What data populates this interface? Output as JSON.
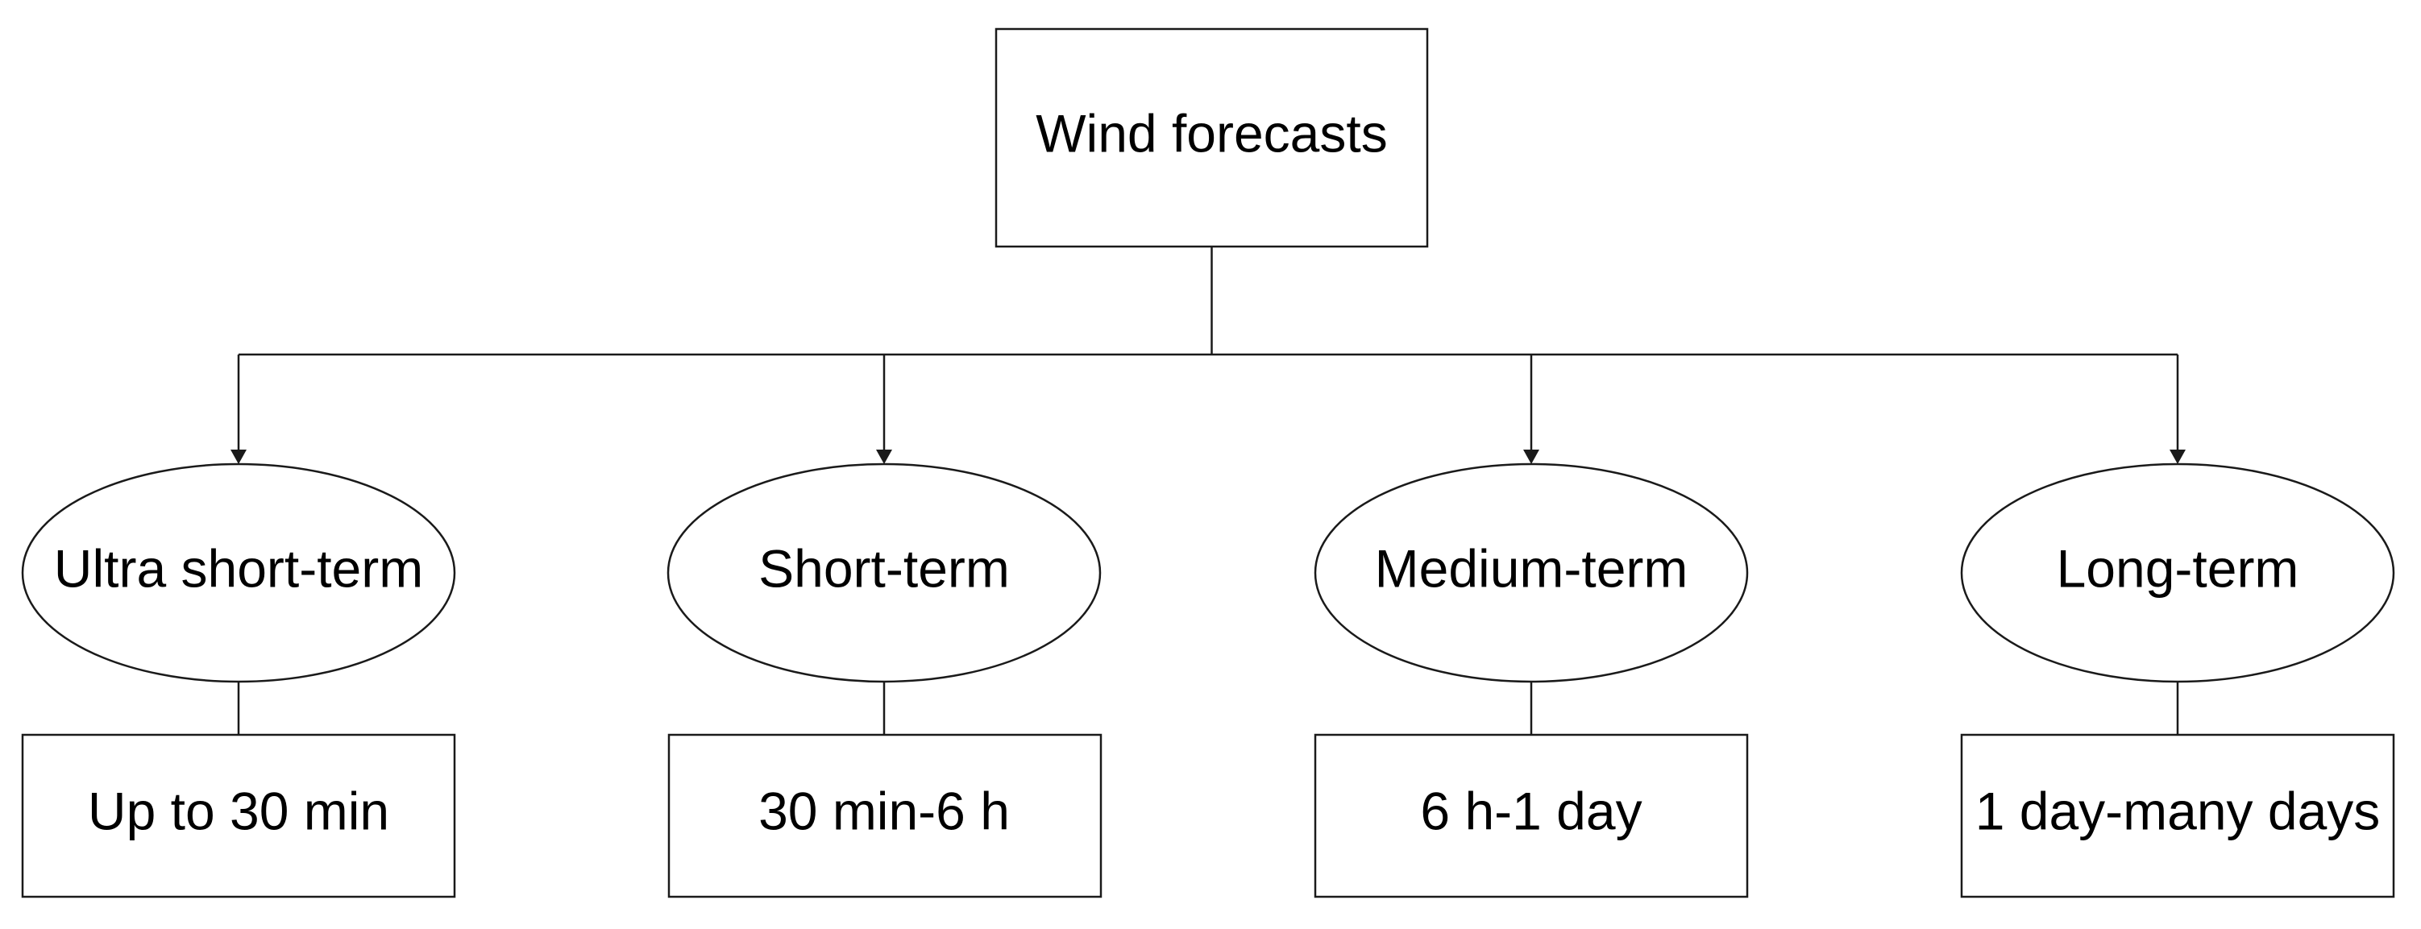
{
  "root": {
    "label": "Wind forecasts"
  },
  "categories": [
    {
      "label": "Ultra short-term",
      "horizon": "Up to 30 min"
    },
    {
      "label": "Short-term",
      "horizon": "30 min-6 h"
    },
    {
      "label": "Medium-term",
      "horizon": "6 h-1 day"
    },
    {
      "label": "Long-term",
      "horizon": "1 day-many days"
    }
  ],
  "colors": {
    "stroke": "#1a1a1a",
    "fill": "#ffffff",
    "text": "#000000"
  }
}
